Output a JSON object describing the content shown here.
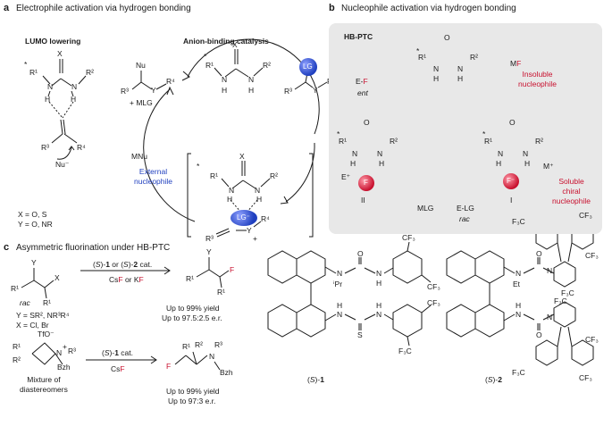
{
  "panel_a": {
    "letter": "a",
    "title": "Electrophile activation via hydrogen bonding",
    "lumo": {
      "heading": "LUMO lowering",
      "atoms": {
        "star": "*",
        "r1": "R¹",
        "r2": "R²",
        "x": "X",
        "n1": "N",
        "n2": "N",
        "h1": "H",
        "h2": "H",
        "r3": "R³",
        "r4": "R⁴",
        "nu": "Nu⁻"
      },
      "legend_x": "X = O, S",
      "legend_y": "Y = O, NR"
    },
    "anion": {
      "heading": "Anion-binding catalysis",
      "product_nu": "Nu",
      "product_r3": "R³",
      "product_y": "Y",
      "product_r4": "R⁴",
      "product_mlg": "+ MLG",
      "mnu": "MNu",
      "external_nucleophile": "External\nnucleophile",
      "lg": "LG",
      "lg_minus": "LG⁻",
      "substrate_y": "Y",
      "substrate_r3": "R³",
      "substrate_r4": "R⁴",
      "ion_r3": "R³",
      "ion_y": "Y",
      "ion_plus": "+",
      "ion_r4": "R⁴",
      "cat_star": "*",
      "cat_r1": "R¹",
      "cat_r2": "R²",
      "cat_x": "X",
      "cat_n": "N",
      "cat_h": "H"
    }
  },
  "panel_b": {
    "letter": "b",
    "title": "Nucleophile activation via hydrogen bonding",
    "heading": "HB-PTC",
    "ef": "E-F",
    "ent": "ent",
    "mf": "MF",
    "insoluble": "Insoluble\nnucleophile",
    "soluble": "Soluble\nchiral\nnucleophile",
    "m_plus": "M⁺",
    "e_plus": "E⁺",
    "f_minus": "F⁻",
    "f": "F",
    "ii": "II",
    "i": "I",
    "mlg": "MLG",
    "elg": "E-LG",
    "rac": "rac",
    "atoms": {
      "star": "*",
      "r1": "R¹",
      "r2": "R²",
      "o": "O",
      "n": "N",
      "h": "H"
    }
  },
  "panel_c": {
    "letter": "c",
    "title": "Asymmetric fluorination under HB-PTC",
    "rxn1": {
      "conditions_top": "(S)-1 or (S)-2 cat.",
      "conditions_bottom": "CsF or KF",
      "yield": "Up to 99% yield",
      "er": "Up to 97.5:2.5 e.r.",
      "sub_y": "Y",
      "sub_x": "X",
      "sub_r1a": "R¹",
      "sub_r1b": "R¹",
      "rac": "rac",
      "y_def": "Y = SR², NR³R⁴",
      "x_def": "X = Cl, Br",
      "prod_y": "Y",
      "prod_f": "F",
      "prod_r1a": "R¹",
      "prod_r1b": "R¹"
    },
    "rxn2": {
      "conditions_top": "(S)-1 cat.",
      "conditions_bottom": "CsF",
      "yield": "Up to 99% yield",
      "er": "Up to 97:3 e.r.",
      "tfo": "TfO⁻",
      "r1": "R¹",
      "r2": "R²",
      "n_plus": "N",
      "plus": "+",
      "r3": "R³",
      "bzh": "Bzh",
      "mixture": "Mixture of\ndiastereomers",
      "prod_f": "F",
      "prod_r1": "R¹",
      "prod_r2": "R²",
      "prod_r3": "R³",
      "prod_n": "N",
      "prod_bzh": "Bzh"
    },
    "cat1": {
      "label": "(S)-1",
      "ipr": "ⁱPr",
      "cf3": "CF₃",
      "f3c": "F₃C",
      "n": "N",
      "h": "H",
      "o": "O",
      "s": "S"
    },
    "cat2": {
      "label": "(S)-2",
      "et": "Et",
      "cf3": "CF₃",
      "f3c": "F₃C",
      "n": "N",
      "h": "H",
      "o": "O"
    }
  },
  "colors": {
    "red": "#c8102e",
    "blue": "#1f3fbf",
    "panel_bg": "#e8e8e8"
  }
}
